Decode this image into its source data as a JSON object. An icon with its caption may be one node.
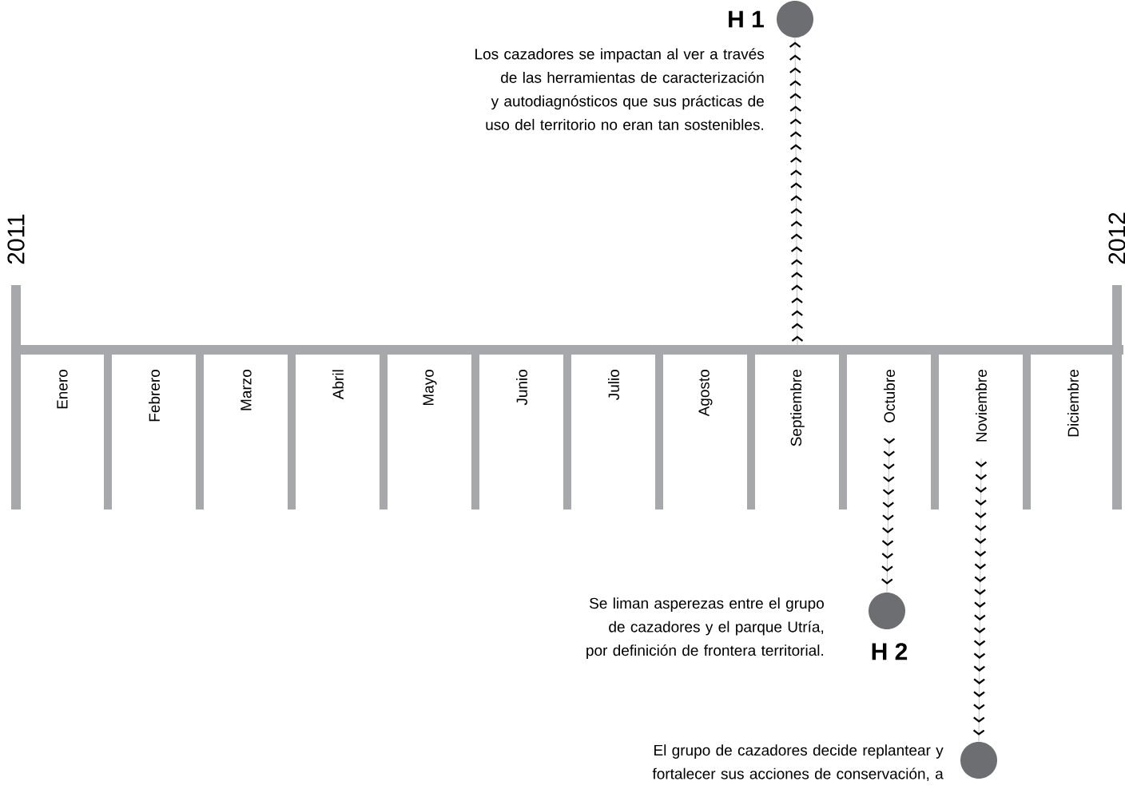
{
  "diagram": {
    "nodes": [
      {
        "text": [
          "Enero"
        ]
      },
      {
        "text": [
          "Febrero"
        ]
      },
      {
        "text": [
          "Marzo"
        ]
      },
      {
        "text": [
          "Abril"
        ]
      },
      {
        "text": [
          "Mayo"
        ]
      },
      {
        "text": [
          "Junio"
        ]
      },
      {
        "text": [
          "Julio"
        ]
      },
      {
        "text": [
          "Agosto"
        ]
      },
      {
        "text": [
          "Septiembre"
        ]
      },
      {
        "text": [
          "Octubre"
        ]
      },
      {
        "text": [
          "Noviembre"
        ]
      },
      {
        "text": [
          "Diciembre"
        ]
      },
      {
        "text": [
          "H 1"
        ],
        "beside": [
          "Los cazadores se impactan al ver a través de las herramientas de caracterización y autodiagnósticos que sus prácticas de uso del territorio no eran tan sostenibles."
        ]
      },
      {
        "text": [
          "H 2"
        ],
        "beside": [
          "Se liman asperezas entre el grupo de cazadores y el parque Utría, por definición de frontera territorial."
        ]
      },
      {
        "text": [],
        "shape": "circle",
        "beside": [
          "El grupo de cazadores decide replantear y fortalecer sus acciones de conservación, a"
        ]
      }
    ],
    "edges": [
      {
        "from": 8,
        "to": 12,
        "arrow": "to"
      },
      {
        "from": 9,
        "to": 13,
        "arrow": "to"
      },
      {
        "from": 10,
        "to": 14,
        "arrow": "to"
      }
    ],
    "labels": [
      "2011",
      "2012"
    ]
  }
}
